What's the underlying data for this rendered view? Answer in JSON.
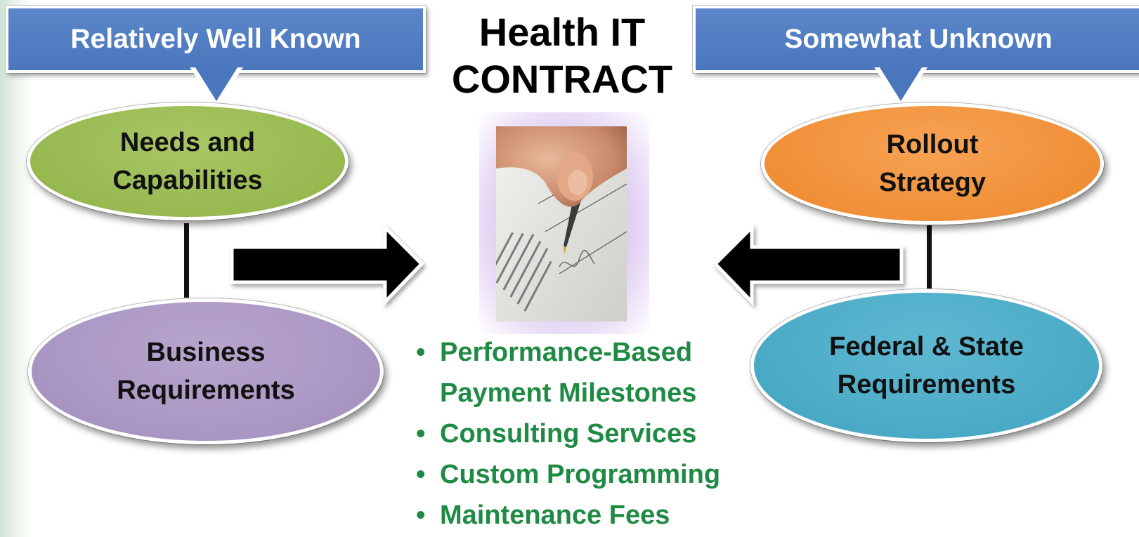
{
  "title": {
    "line1": "Health IT",
    "line2": "CONTRACT"
  },
  "banners": {
    "left": "Relatively Well Known",
    "right": "Somewhat Unknown"
  },
  "ellipses": {
    "needs": {
      "line1": "Needs and",
      "line2": "Capabilities"
    },
    "business": {
      "line1": "Business",
      "line2": "Requirements"
    },
    "rollout": {
      "line1": "Rollout",
      "line2": "Strategy"
    },
    "federal": {
      "line1": "Federal & State",
      "line2": "Requirements"
    }
  },
  "bullets": [
    {
      "line1": "Performance-Based",
      "line2": "Payment Milestones"
    },
    {
      "line1": "Consulting Services"
    },
    {
      "line1": "Custom Programming"
    },
    {
      "line1": "Maintenance Fees"
    }
  ],
  "colors": {
    "banner": "#4a76bd",
    "needs": "#97b950",
    "business": "#a995c2",
    "rollout": "#f08f37",
    "federal": "#4aaac6",
    "bullet_text": "#1f8a43"
  },
  "icons": {
    "photo": "hand-signing-contract-photo",
    "left_arrow": "arrow-right-icon",
    "right_arrow": "arrow-left-icon"
  }
}
